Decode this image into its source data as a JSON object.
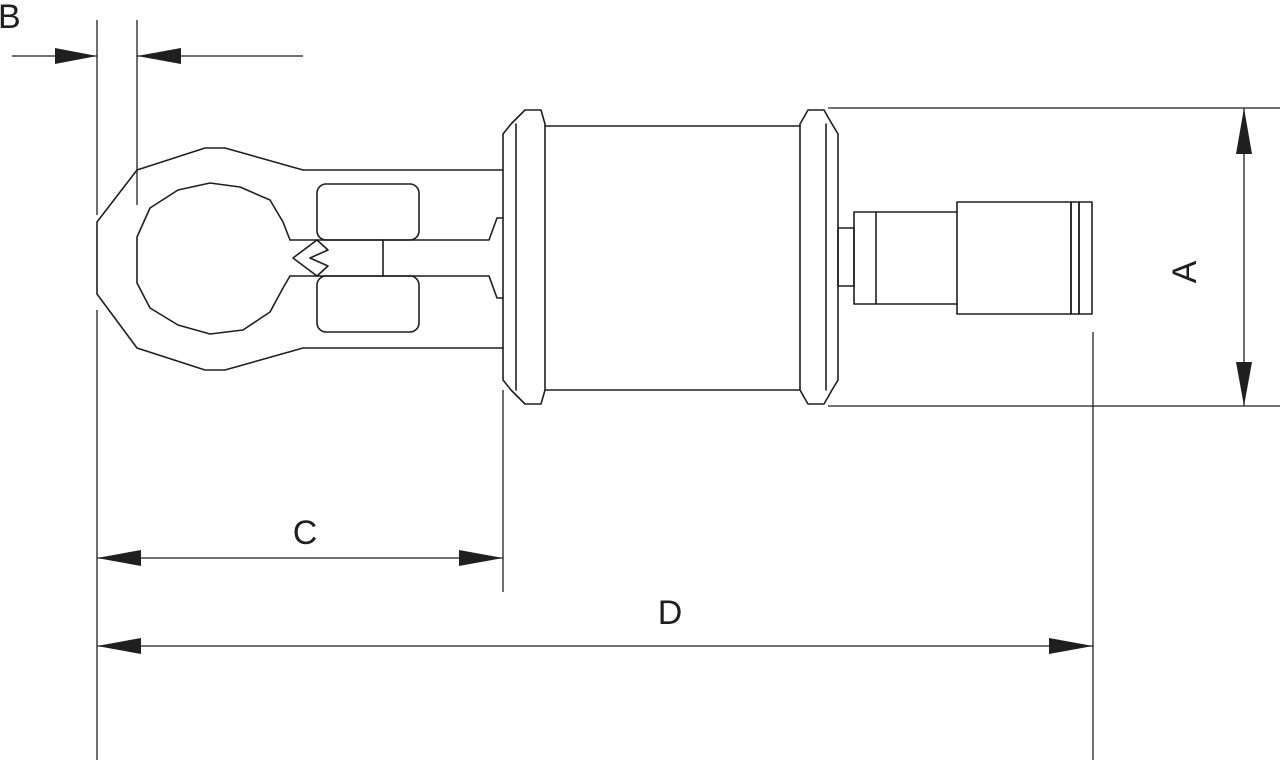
{
  "dimensions": {
    "a": "A",
    "b": "B",
    "c": "C",
    "d": "D"
  },
  "colors": {
    "line": "#1f1f1f",
    "background": "#ffffff"
  }
}
